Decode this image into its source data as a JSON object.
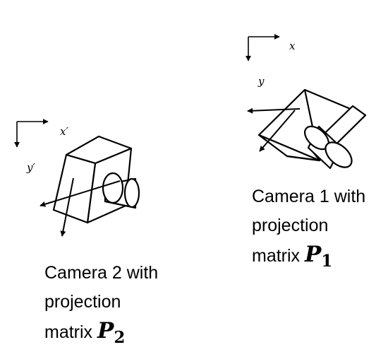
{
  "camera1": {
    "axis_x": "x",
    "axis_y": "y",
    "caption_line1": "Camera 1 with",
    "caption_line2": "projection",
    "caption_line3_prefix": "matrix ",
    "matrix_symbol": "P",
    "matrix_subscript": "1"
  },
  "camera2": {
    "axis_x": "x′",
    "axis_y": "y′",
    "caption_line1": "Camera 2 with",
    "caption_line2": "projection",
    "caption_line3_prefix": "matrix ",
    "matrix_symbol": "P",
    "matrix_subscript": "2"
  },
  "colors": {
    "stroke": "#000000",
    "background": "#ffffff"
  }
}
